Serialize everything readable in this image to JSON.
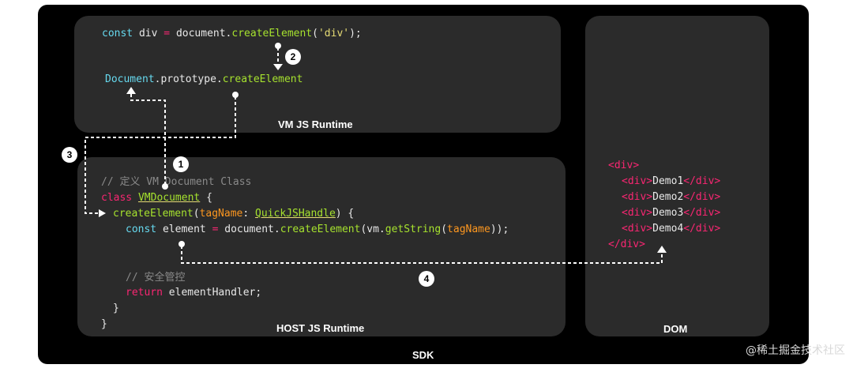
{
  "labels": {
    "sdk": "SDK",
    "vm_runtime": "VM JS Runtime",
    "host_runtime": "HOST JS Runtime",
    "dom": "DOM"
  },
  "vm_code": {
    "line1": {
      "const": "const",
      "var": "div",
      "eq": "=",
      "obj": "document.",
      "fn": "createElement",
      "open": "(",
      "arg": "'div'",
      "close": ");"
    },
    "line2": {
      "cls": "Document",
      "mid": ".prototype.",
      "fn": "createElement"
    }
  },
  "host_code": {
    "comment1": "// 定义 VM Document Class",
    "class_kw": "class",
    "class_name": "VMDocument",
    "brace_open": " {",
    "method": "createElement",
    "param": "tagName",
    "colon": ": ",
    "type": "QuickJSHandle",
    "sig_end": ") {",
    "const_kw": "const",
    "var2": "element",
    "eq2": "=",
    "doc": "document.",
    "fn2": "createElement",
    "vm": "(vm.",
    "fn3": "getString",
    "p_open": "(",
    "param2": "tagName",
    "call_end": "));",
    "comment2": "// 安全管控",
    "return_kw": "return",
    "ret_val": "elementHandler;",
    "close_inner": "}",
    "close_outer": "}"
  },
  "dom_tree": {
    "root": "div",
    "children": [
      "Demo1",
      "Demo2",
      "Demo3",
      "Demo4"
    ]
  },
  "badges": [
    "1",
    "2",
    "3",
    "4"
  ],
  "watermark": "@稀土掘金技术社区"
}
